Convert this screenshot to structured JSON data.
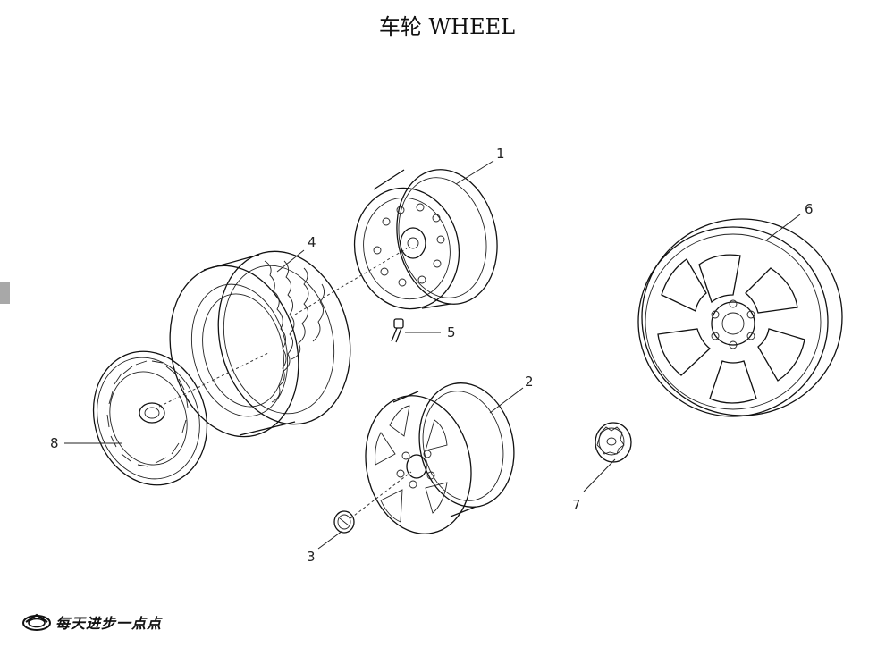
{
  "title": "车轮 WHEEL",
  "callouts": [
    {
      "id": "1",
      "label": "1",
      "part": "steel-wheel-rim"
    },
    {
      "id": "2",
      "label": "2",
      "part": "alloy-wheel-rim"
    },
    {
      "id": "3",
      "label": "3",
      "part": "center-cap-small"
    },
    {
      "id": "4",
      "label": "4",
      "part": "tire"
    },
    {
      "id": "5",
      "label": "5",
      "part": "valve-stem"
    },
    {
      "id": "6",
      "label": "6",
      "part": "alloy-wheel-six-spoke"
    },
    {
      "id": "7",
      "label": "7",
      "part": "center-cap"
    },
    {
      "id": "8",
      "label": "8",
      "part": "wheel-cover"
    }
  ],
  "footer": {
    "logo": "brand-logo-icon",
    "text": "每天进步一点点"
  }
}
